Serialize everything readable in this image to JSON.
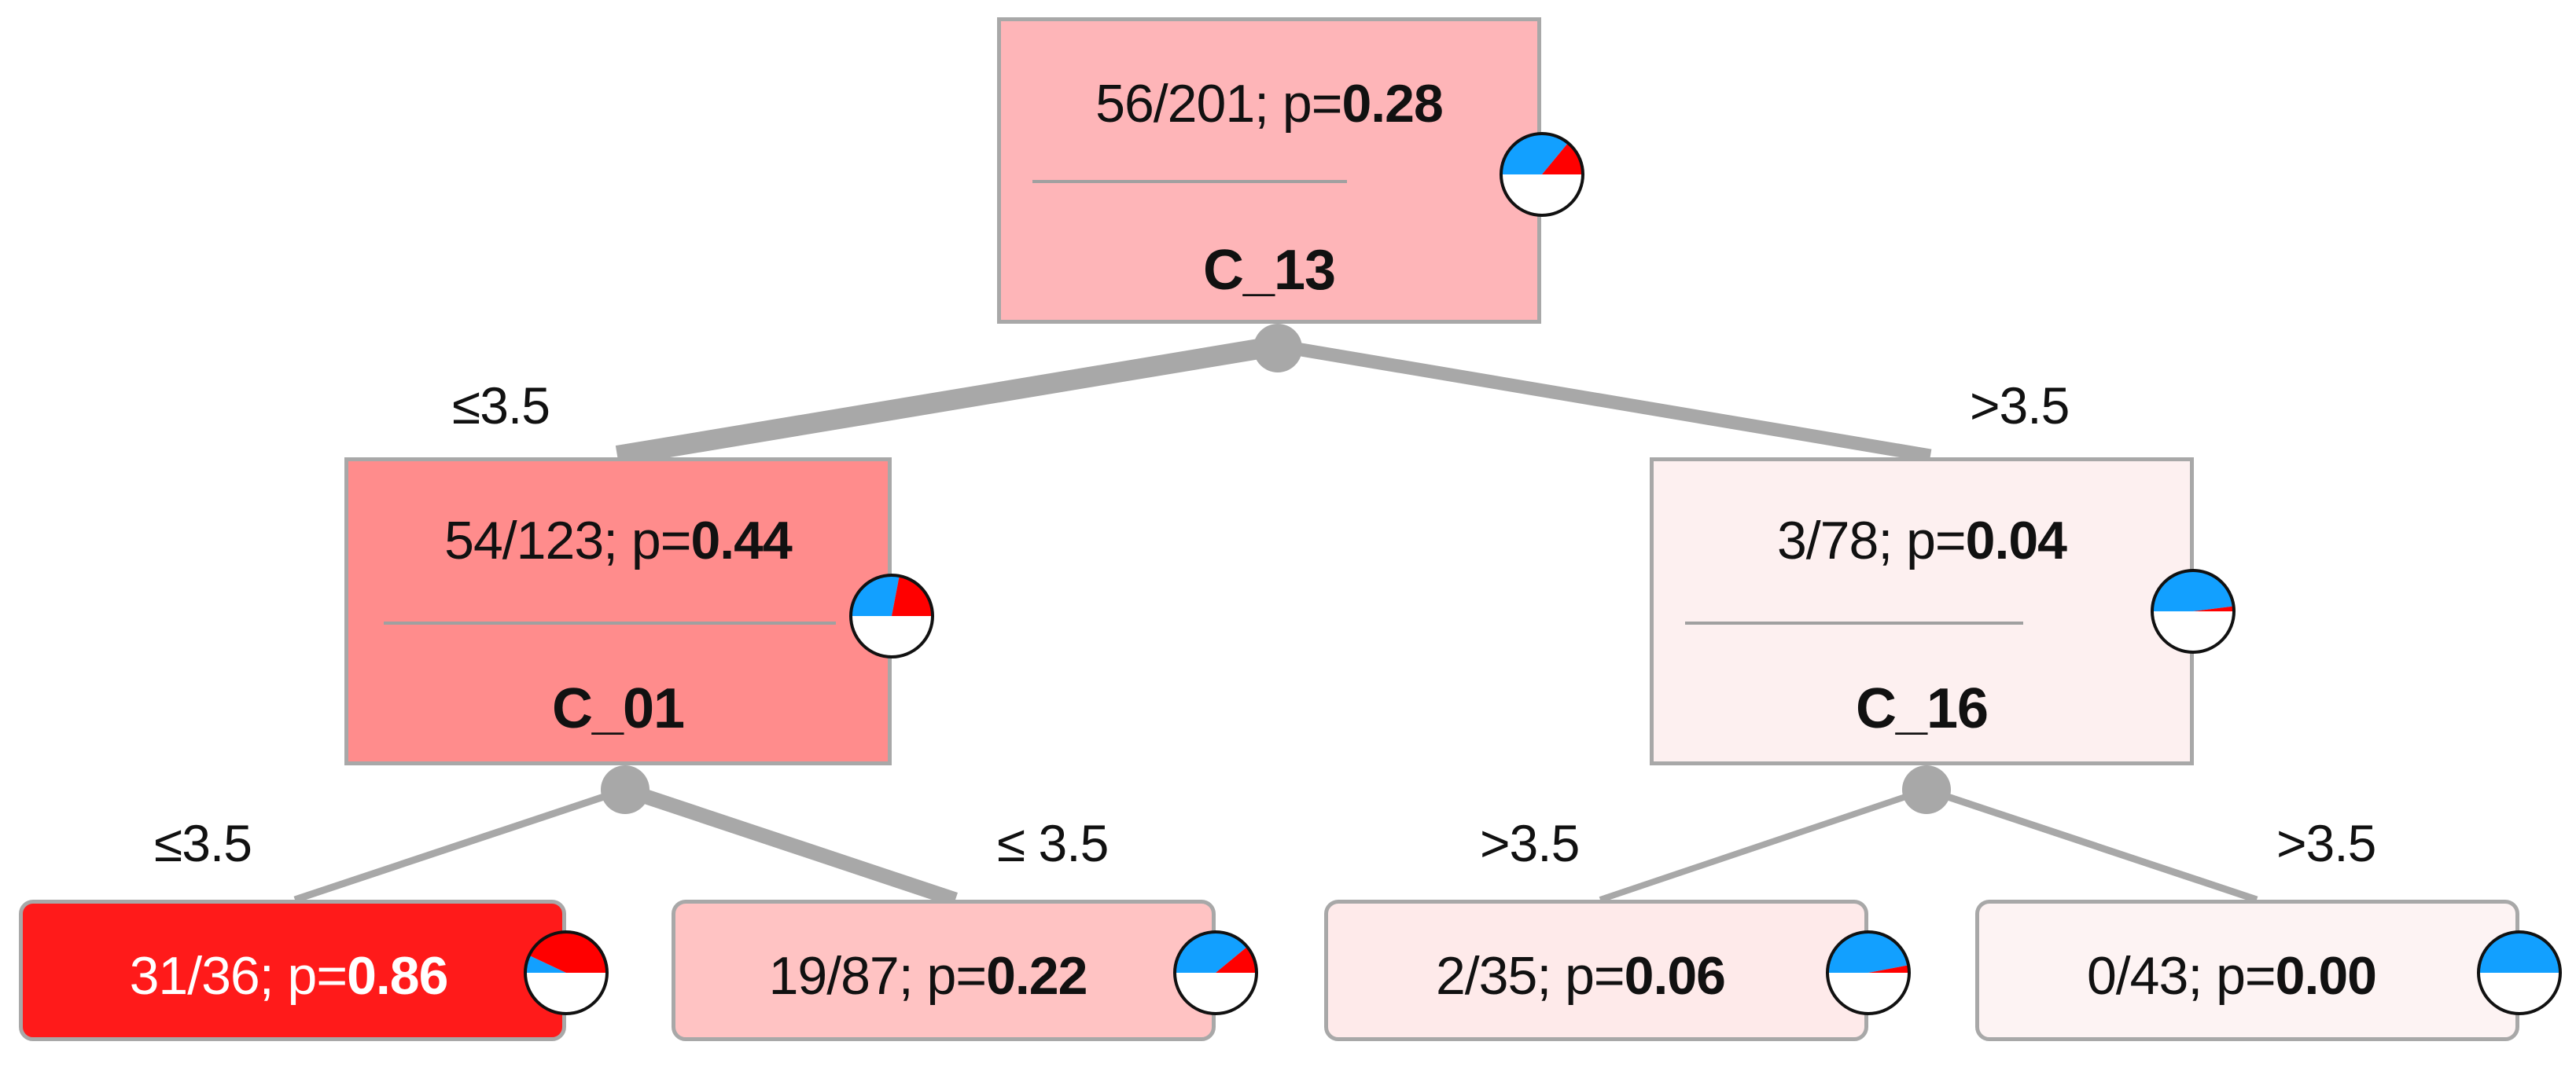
{
  "colors": {
    "positive": "#ff0000",
    "negative": "#12a0ff",
    "edge": "#a8a8a8",
    "border": "#a8a8a8"
  },
  "nodes": {
    "root": {
      "count": "56/201",
      "p_label": "; p=",
      "p": "0.28",
      "split": "C_13",
      "fill": "#feb5b8",
      "pos_frac": 0.28
    },
    "left": {
      "count": "54/123",
      "p_label": "; p=",
      "p": "0.44",
      "split": "C_01",
      "fill": "#ff8c8c",
      "pos_frac": 0.44
    },
    "right": {
      "count": "3/78",
      "p_label": "; p=",
      "p": "0.04",
      "split": "C_16",
      "fill": "#fdf0f0",
      "pos_frac": 0.04
    },
    "ll": {
      "count": "31/36",
      "p_label": "; p=",
      "p": "0.86",
      "fill": "#ff1a1a",
      "text_color": "#ffffff",
      "pos_frac": 0.86
    },
    "lr": {
      "count": "19/87",
      "p_label": "; p=",
      "p": "0.22",
      "fill": "#ffc3c3",
      "pos_frac": 0.22
    },
    "rl": {
      "count": "2/35",
      "p_label": "; p=",
      "p": "0.06",
      "fill": "#feeaea",
      "pos_frac": 0.06
    },
    "rr": {
      "count": "0/43",
      "p_label": "; p=",
      "p": "0.00",
      "fill": "#fdf3f3",
      "pos_frac": 0.0
    }
  },
  "edges": {
    "root_left": {
      "label": "≤3.5",
      "weight": 123
    },
    "root_right": {
      "label": ">3.5",
      "weight": 78
    },
    "left_ll": {
      "label": "≤3.5",
      "weight": 36
    },
    "left_lr": {
      "label": "≤ 3.5",
      "weight": 87
    },
    "right_rl": {
      "label": ">3.5",
      "weight": 35
    },
    "right_rr": {
      "label": ">3.5",
      "weight": 43
    }
  }
}
